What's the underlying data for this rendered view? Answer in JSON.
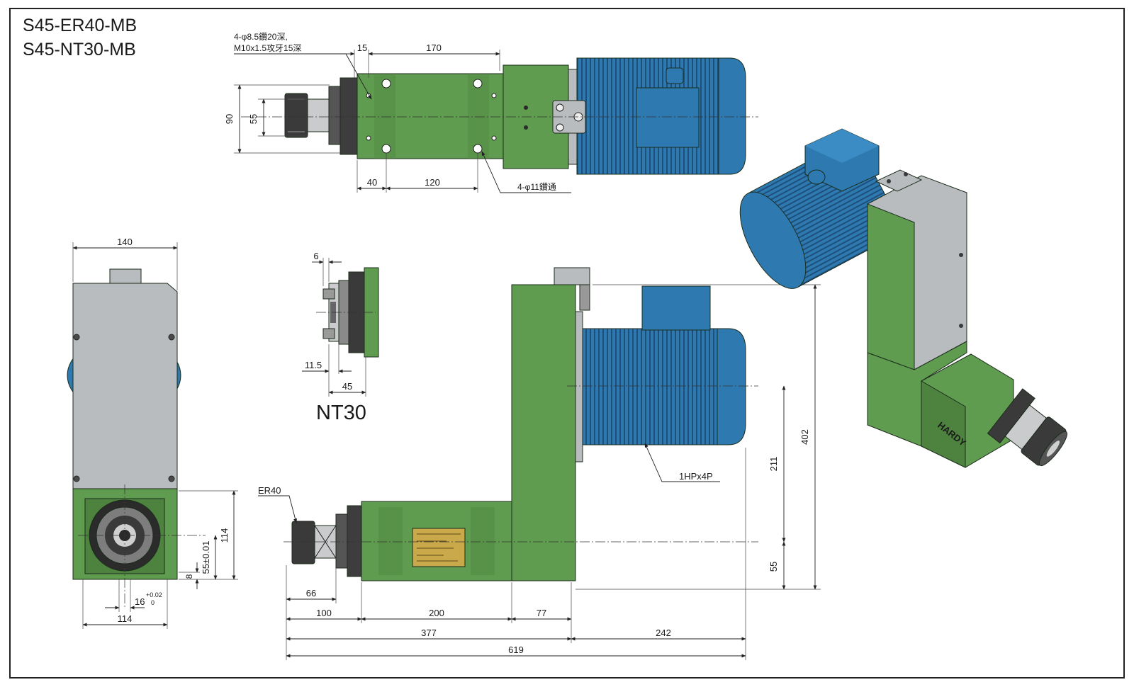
{
  "titles": [
    "S45-ER40-MB",
    "S45-NT30-MB"
  ],
  "colors": {
    "housing": "#5f9c4f",
    "housing_dark": "#4d833f",
    "motor": "#2e7ab0",
    "motor_dark": "#1f5e8c",
    "motor_rib": "#1d4f7a",
    "plate": "#b9bcbf",
    "plate_dark": "#8f9396",
    "collet": "#3a3a3a",
    "steel": "#c9cbcd",
    "nameplate": "#c9a94a",
    "frame": "#222222"
  },
  "top_view": {
    "note_hole_1": "4-φ8.5鑽20深,",
    "note_hole_2": "M10x1.5攻牙15深",
    "note_hole_3": "4-φ11鑽通",
    "dims": {
      "d15": "15",
      "d170": "170",
      "d90": "90",
      "d55": "55",
      "d40": "40",
      "d120": "120"
    }
  },
  "end_view": {
    "dims": {
      "d140": "140",
      "d114_side": "114",
      "d55tol": "55±0.01",
      "d8": "8",
      "d16": "16",
      "tol_plus": "+0.02",
      "tol_zero": "0",
      "d114_bottom": "114"
    }
  },
  "nt30": {
    "label": "NT30",
    "dims": {
      "d6": "6",
      "d11_5": "11.5",
      "d45": "45"
    }
  },
  "front_view": {
    "collet_label": "ER40",
    "motor_label": "1HPx4P",
    "dims": {
      "d66": "66",
      "d100": "100",
      "d200": "200",
      "d77": "77",
      "d377": "377",
      "d242": "242",
      "d619": "619",
      "d402": "402",
      "d211": "211",
      "d55": "55"
    }
  },
  "iso_view": {
    "brand": "HARDY"
  }
}
